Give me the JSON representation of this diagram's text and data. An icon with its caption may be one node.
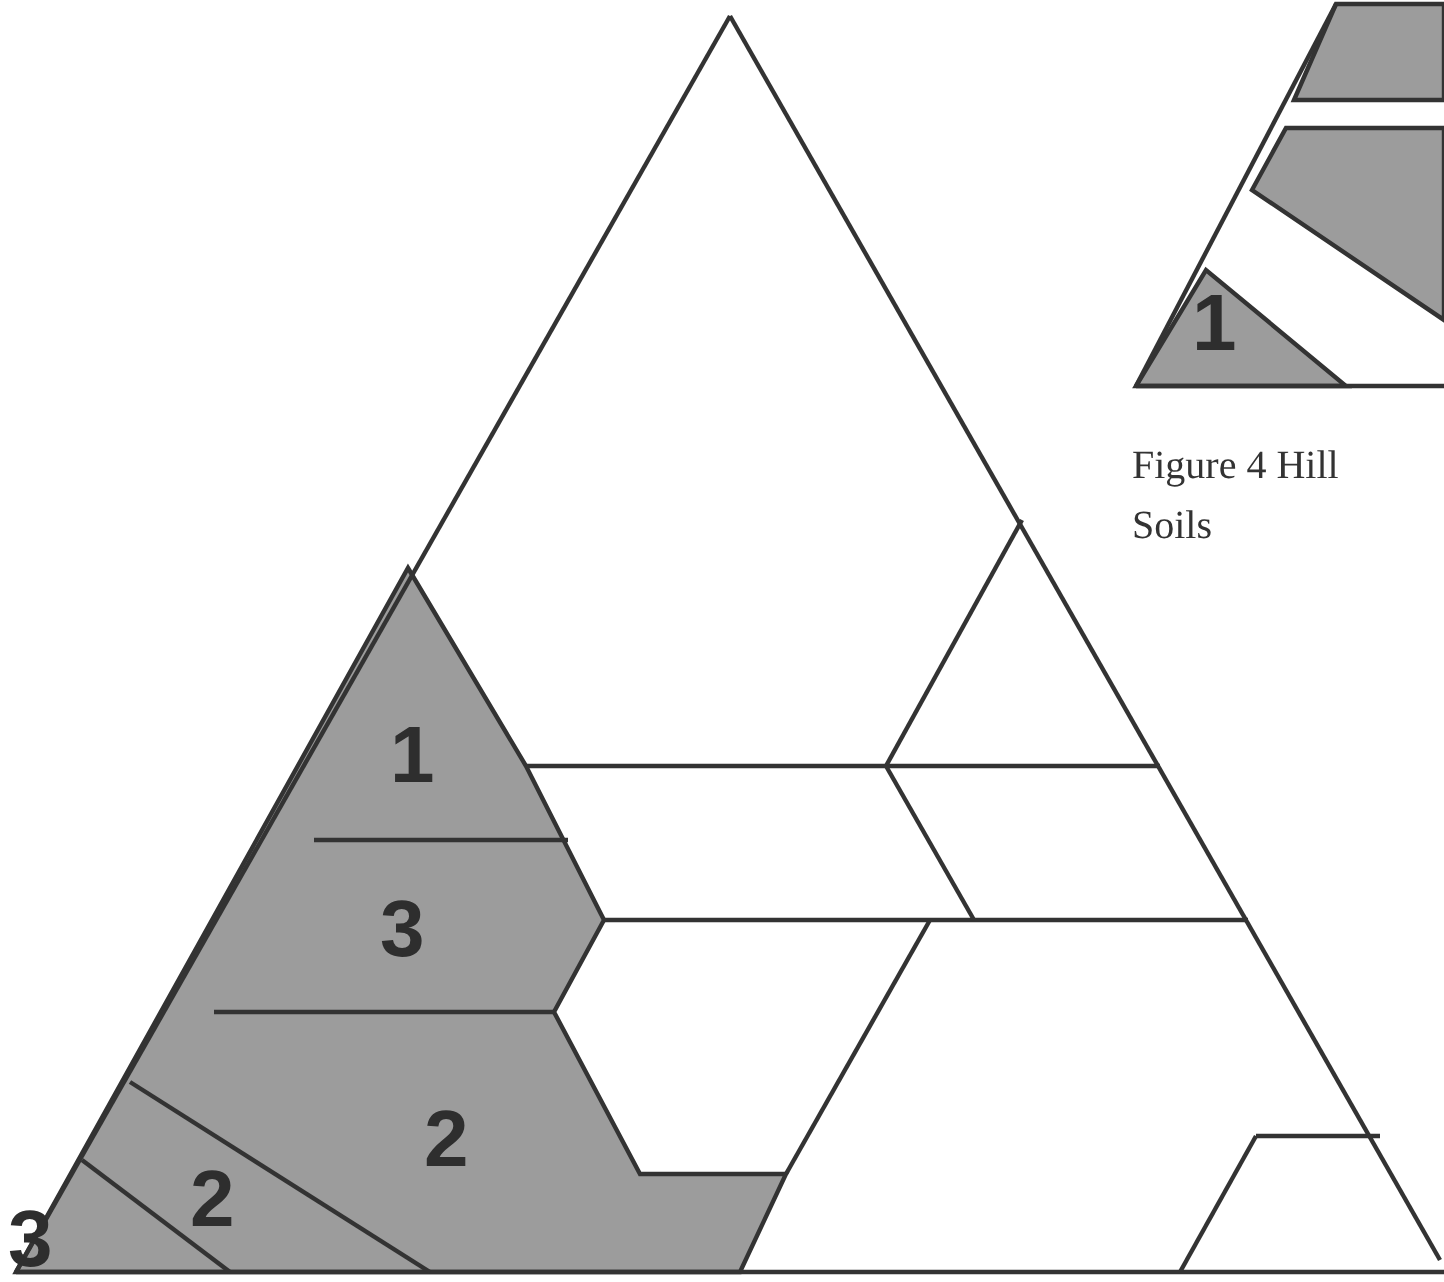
{
  "diagram": {
    "caption": "Figure 4 Hill Soils",
    "labels": [
      "1",
      "1",
      "3",
      "2",
      "2",
      "3"
    ]
  }
}
